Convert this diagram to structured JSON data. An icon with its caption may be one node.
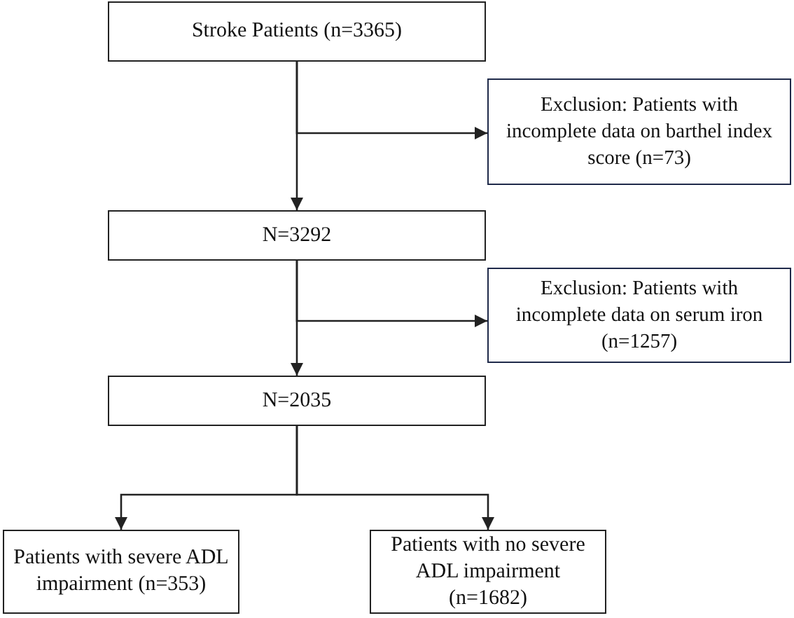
{
  "diagram": {
    "nodes": [
      {
        "text": [
          "Stroke Patients (n=3365)"
        ]
      },
      {
        "text": [
          "Exclusion: Patients with incomplete data on barthel index score (n=73)"
        ]
      },
      {
        "text": [
          "N=3292"
        ]
      },
      {
        "text": [
          "Exclusion: Patients with incomplete data on serum iron (n=1257)"
        ]
      },
      {
        "text": [
          "N=2035"
        ]
      },
      {
        "text": [
          "Patients with severe ADL impairment (n=353)"
        ]
      },
      {
        "text": [
          "Patients with no severe ADL impairment (n=1682)"
        ]
      }
    ],
    "edges": [
      {
        "from": 0,
        "to": 2,
        "arrow": "to"
      },
      {
        "from": 0,
        "to": 1,
        "arrow": "to"
      },
      {
        "from": 2,
        "to": 4,
        "arrow": "to"
      },
      {
        "from": 2,
        "to": 3,
        "arrow": "to"
      },
      {
        "from": 4,
        "to": 5,
        "arrow": "to"
      },
      {
        "from": 4,
        "to": 6,
        "arrow": "to"
      }
    ]
  }
}
